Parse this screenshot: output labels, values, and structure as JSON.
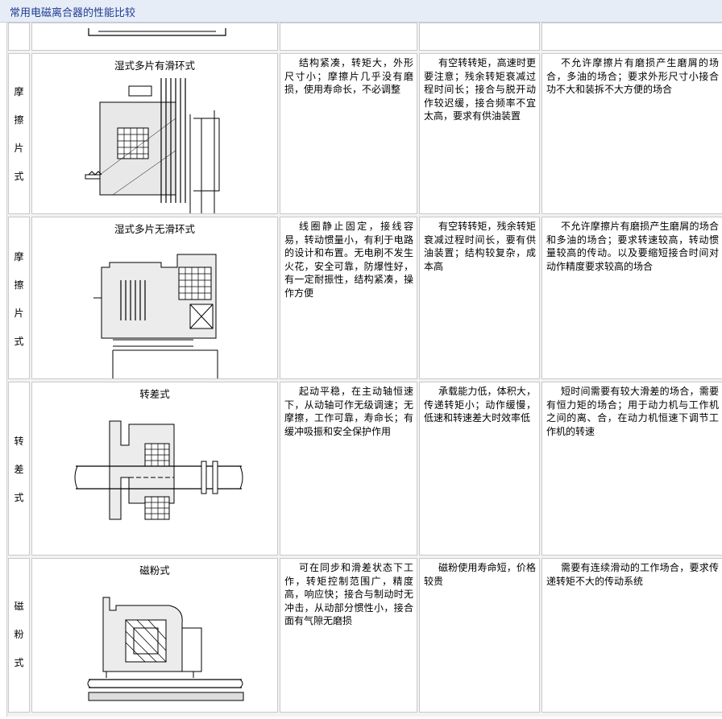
{
  "page": {
    "title": "常用电磁离合器的性能比较"
  },
  "rows": [
    {
      "category": [
        "摩",
        "擦",
        "片",
        "式"
      ],
      "name": "湿式多片有滑环式",
      "advantages": "结构紧凑，转矩大，外形尺寸小；摩擦片几乎没有磨损，使用寿命长，不必调整",
      "disadvantages": "有空转转矩，高速时更要注意；残余转矩衰减过程时间长；接合与脱开动作较迟缓，接合频率不宜太高，要求有供油装置",
      "application": "不允许摩擦片有磨损产生磨屑的场合，多油的场合；要求外形尺寸小接合功不大和装拆不大方便的场合"
    },
    {
      "category": [
        "摩",
        "擦",
        "片",
        "式"
      ],
      "name": "湿式多片无滑环式",
      "advantages": "线圈静止固定，接线容易，转动惯量小，有利于电路的设计和布置。无电刷不发生火花，安全可靠，防爆性好，有一定耐振性，结构紧凑，操作方便",
      "disadvantages": "有空转转矩，残余转矩衰减过程时间长，要有供油装置；结构较复杂，成本高",
      "application": "不允许摩擦片有磨损产生磨屑的场合和多油的场合；要求转速较高，转动惯量较高的传动。以及要缩短接合时间对动作精度要求较高的场合"
    },
    {
      "category": [
        "转",
        "差",
        "式"
      ],
      "name": "转差式",
      "advantages": "起动平稳，在主动轴恒速下，从动轴可作无级调速；无摩擦，工作可靠，寿命长；有缓冲吸振和安全保护作用",
      "disadvantages": "承载能力低，体积大，传递转矩小；动作缓慢，低速和转速差大时效率低",
      "application": "短时间需要有较大滑差的场合，需要有恒力矩的场合；用于动力机与工作机之间的离、合，在动力机恒速下调节工作机的转速"
    },
    {
      "category": [
        "磁",
        "粉",
        "式"
      ],
      "name": "磁粉式",
      "advantages": "可在同步和滑差状态下工作，转矩控制范围广，精度高，响应快；接合与制动时无冲击，从动部分惯性小，接合面有气隙无磨损",
      "disadvantages": "磁粉使用寿命短，价格较贵",
      "application": "需要有连续滑动的工作场合，要求传递转矩不大的传动系统"
    }
  ]
}
